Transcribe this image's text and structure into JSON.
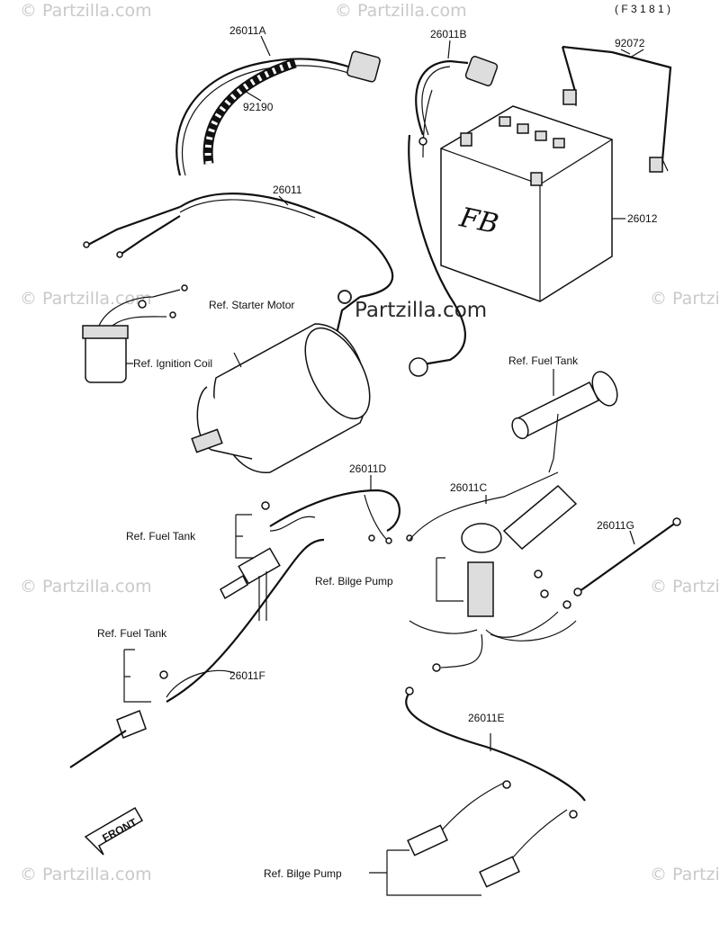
{
  "diagram_code": "( F 3 1 8 1 )",
  "watermark": {
    "text": "© Partzilla.com",
    "center_text": "Partzilla.com"
  },
  "labels": {
    "p26011A": "26011A",
    "p92190": "92190",
    "p26011B": "26011B",
    "p92072": "92072",
    "p26011": "26011",
    "p26012": "26012",
    "starter_motor": "Ref. Starter Motor",
    "ignition_coil": "Ref. Ignition Coil",
    "fuel_tank_top": "Ref. Fuel Tank",
    "p26011D": "26011D",
    "p26011C": "26011C",
    "p26011G": "26011G",
    "fuel_tank_mid": "Ref. Fuel Tank",
    "bilge_pump_mid": "Ref. Bilge Pump",
    "fuel_tank_low": "Ref. Fuel Tank",
    "p26011F": "26011F",
    "p26011E": "26011E",
    "bilge_pump_low": "Ref. Bilge Pump",
    "front": "FRONT"
  }
}
